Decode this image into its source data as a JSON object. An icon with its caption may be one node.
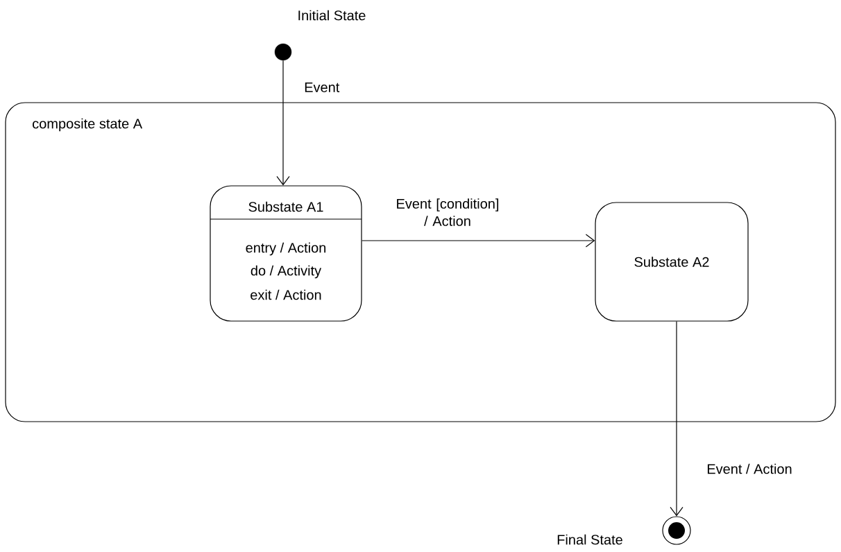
{
  "diagram": {
    "nodes": [
      {
        "text": [],
        "shape": "circle",
        "beside": [
          "Initial State"
        ]
      },
      {
        "text": [
          "composite state A"
        ]
      },
      {
        "text": [
          "Substate A1",
          "entry / Action",
          "do / Activity",
          "exit / Action"
        ],
        "in": 1
      },
      {
        "text": [
          "Substate A2"
        ],
        "in": 1
      },
      {
        "text": [],
        "shape": "bullseye",
        "beside": [
          "Final State"
        ]
      }
    ],
    "edges": [
      {
        "from": 0,
        "to": 2,
        "arrow": "to",
        "label": "Event"
      },
      {
        "from": 2,
        "to": 3,
        "arrow": "to",
        "label": "Event [condition] / Action"
      },
      {
        "from": 3,
        "to": 4,
        "arrow": "to",
        "label": "Event / Action"
      }
    ]
  }
}
